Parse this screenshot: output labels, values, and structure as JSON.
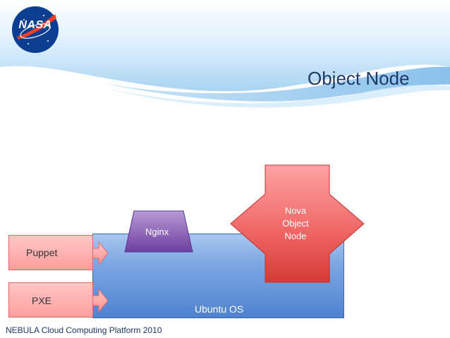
{
  "slide": {
    "title": "Object Node",
    "footer": "NEBULA Cloud Computing Platform 2010",
    "logo_text": "NASA"
  },
  "diagram": {
    "ubuntu_os": "Ubuntu OS",
    "nginx": "Nginx",
    "nova_object_node": [
      "Nova",
      "Object",
      "Node"
    ],
    "puppet": "Puppet",
    "pxe": "PXE"
  },
  "colors": {
    "title": "#1f3864",
    "ubuntu_box": "#4f82cf",
    "nginx": "#7a4fa6",
    "nova": "#e0483f",
    "pink_box": "#ff9e9e",
    "header_wave": "#8ec3ec"
  },
  "icons": {
    "logo": "nasa-meatball-logo"
  }
}
